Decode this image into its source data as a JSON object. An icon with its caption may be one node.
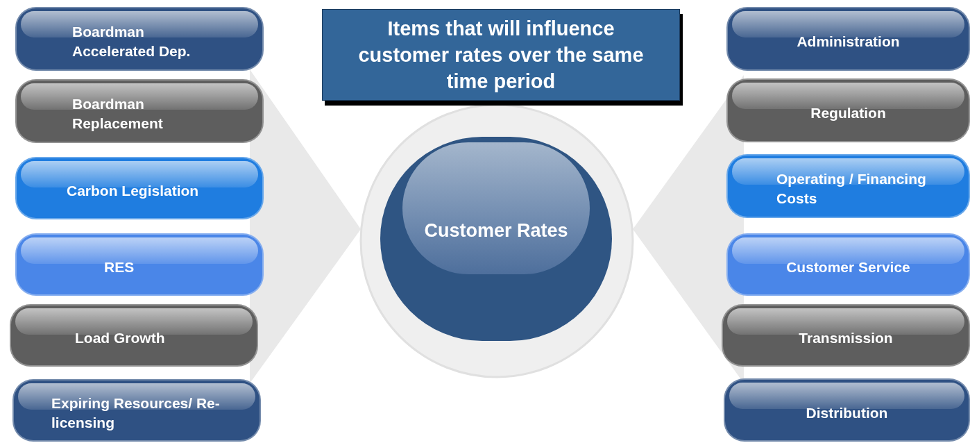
{
  "diagram": {
    "title": "Items that will influence customer rates over the same time period",
    "nodes": [
      {
        "text": [
          "Boardman Accelerated Dep."
        ]
      },
      {
        "text": [
          "Boardman Replacement"
        ]
      },
      {
        "text": [
          "Carbon Legislation"
        ]
      },
      {
        "text": [
          "RES"
        ]
      },
      {
        "text": [
          "Load Growth"
        ]
      },
      {
        "text": [
          "Expiring Resources/ Re-licensing"
        ]
      },
      {
        "text": [
          "Customer Rates"
        ]
      },
      {
        "text": [
          "Administration"
        ]
      },
      {
        "text": [
          "Regulation"
        ]
      },
      {
        "text": [
          "Operating / Financing Costs"
        ]
      },
      {
        "text": [
          "Customer Service"
        ]
      },
      {
        "text": [
          "Transmission"
        ]
      },
      {
        "text": [
          "Distribution"
        ]
      }
    ]
  }
}
